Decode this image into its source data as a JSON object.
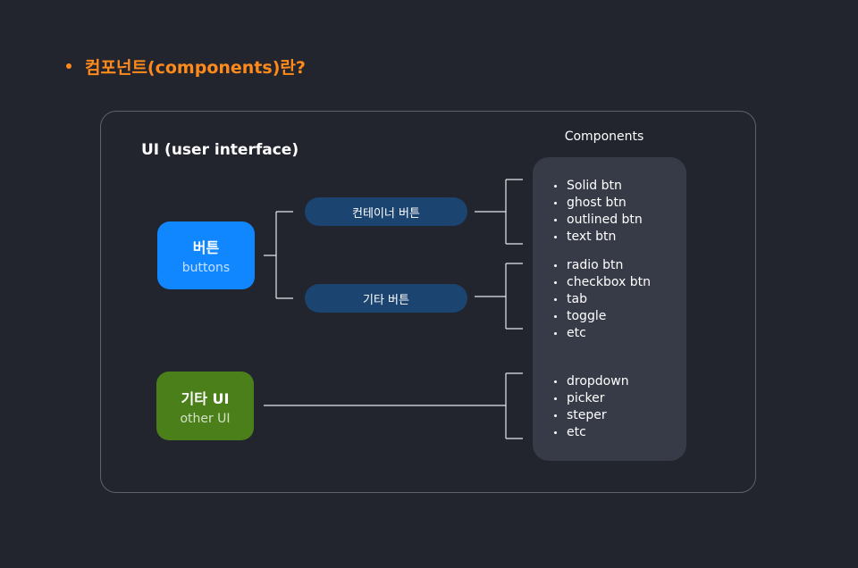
{
  "heading": "컴포넌트(components)란?",
  "frame": {
    "title": "UI (user interface)",
    "components_title": "Components"
  },
  "nodes": {
    "buttons": {
      "label_ko": "버튼",
      "label_en": "buttons"
    },
    "other": {
      "label_ko": "기타 UI",
      "label_en": "other UI"
    }
  },
  "pills": {
    "container_button": "컨테이너 버튼",
    "other_button": "기타 버튼"
  },
  "component_groups": [
    {
      "items": [
        "Solid btn",
        "ghost btn",
        "outlined btn",
        "text btn"
      ]
    },
    {
      "items": [
        "radio btn",
        "checkbox btn",
        "tab",
        "toggle",
        "etc"
      ]
    },
    {
      "items": [
        "dropdown",
        "picker",
        "steper",
        "etc"
      ]
    }
  ],
  "colors": {
    "background": "#22252e",
    "accent_orange": "#ff8a1c",
    "button_node_blue": "#1187ff",
    "other_node_green": "#4a7f1a",
    "pill_navy": "#1c4471",
    "panel_gray": "#373b47"
  }
}
